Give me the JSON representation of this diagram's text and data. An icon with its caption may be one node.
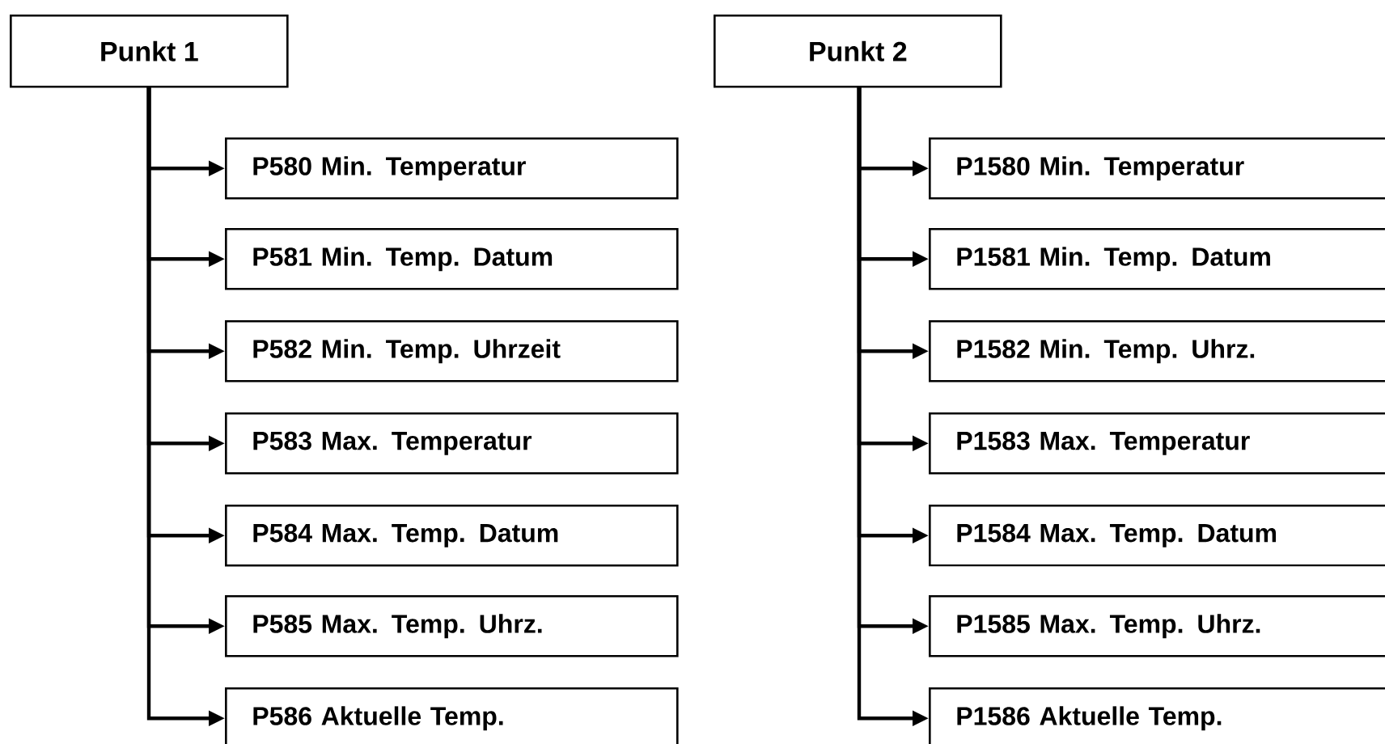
{
  "diagram": {
    "nodes": [
      {
        "text": [
          "Punkt 1"
        ]
      },
      {
        "text": [
          "P580 Min. Temperatur"
        ]
      },
      {
        "text": [
          "P581 Min. Temp. Datum"
        ]
      },
      {
        "text": [
          "P582 Min. Temp. Uhrzeit"
        ]
      },
      {
        "text": [
          "P583 Max. Temperatur"
        ]
      },
      {
        "text": [
          "P584 Max. Temp. Datum"
        ]
      },
      {
        "text": [
          "P585 Max. Temp. Uhrz."
        ]
      },
      {
        "text": [
          "P586 Aktuelle Temp."
        ]
      },
      {
        "text": [
          "Punkt 2"
        ]
      },
      {
        "text": [
          "P1580 Min. Temperatur"
        ]
      },
      {
        "text": [
          "P1581 Min. Temp. Datum"
        ]
      },
      {
        "text": [
          "P1582 Min. Temp. Uhrz."
        ]
      },
      {
        "text": [
          "P1583 Max. Temperatur"
        ]
      },
      {
        "text": [
          "P1584 Max. Temp. Datum"
        ]
      },
      {
        "text": [
          "P1585 Max. Temp. Uhrz."
        ]
      },
      {
        "text": [
          "P1586 Aktuelle Temp."
        ]
      }
    ],
    "edges": [
      {
        "from": 0,
        "to": 1,
        "arrow": "to"
      },
      {
        "from": 0,
        "to": 2,
        "arrow": "to"
      },
      {
        "from": 0,
        "to": 3,
        "arrow": "to"
      },
      {
        "from": 0,
        "to": 4,
        "arrow": "to"
      },
      {
        "from": 0,
        "to": 5,
        "arrow": "to"
      },
      {
        "from": 0,
        "to": 6,
        "arrow": "to"
      },
      {
        "from": 0,
        "to": 7,
        "arrow": "to"
      },
      {
        "from": 8,
        "to": 9,
        "arrow": "to"
      },
      {
        "from": 8,
        "to": 10,
        "arrow": "to"
      },
      {
        "from": 8,
        "to": 11,
        "arrow": "to"
      },
      {
        "from": 8,
        "to": 12,
        "arrow": "to"
      },
      {
        "from": 8,
        "to": 13,
        "arrow": "to"
      },
      {
        "from": 8,
        "to": 14,
        "arrow": "to"
      },
      {
        "from": 8,
        "to": 15,
        "arrow": "to"
      }
    ]
  }
}
